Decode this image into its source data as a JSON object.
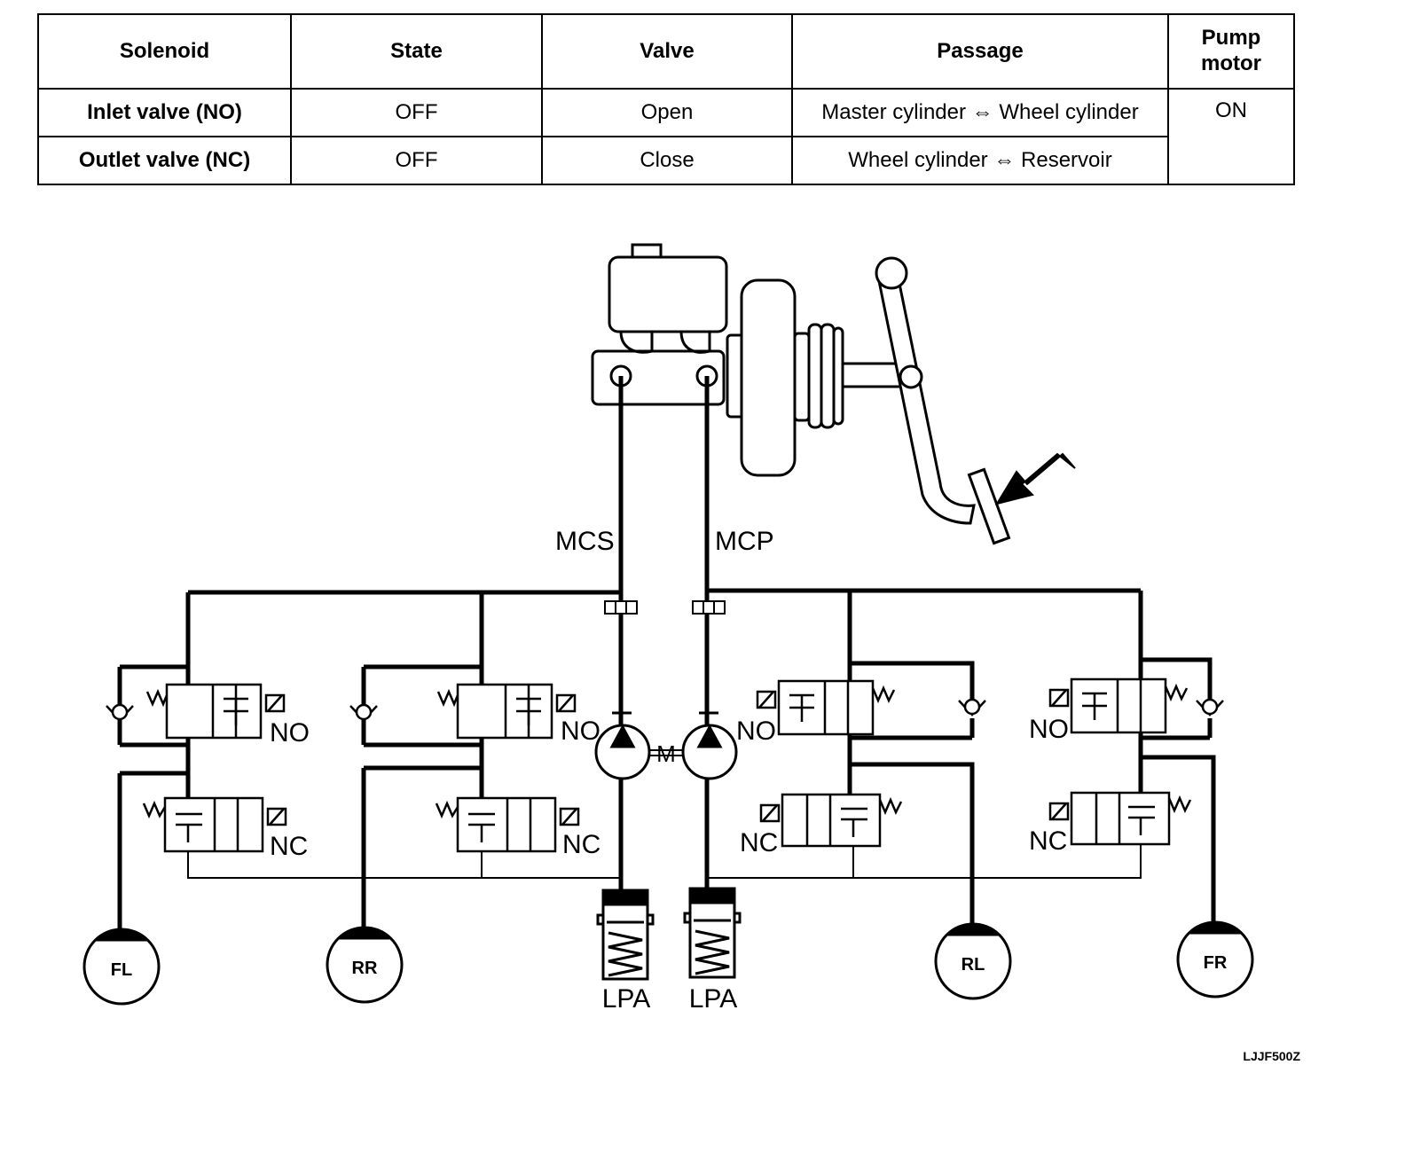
{
  "table": {
    "headers": [
      "Solenoid",
      "State",
      "Valve",
      "Passage",
      "Pump motor"
    ],
    "rows": [
      {
        "solenoid": "Inlet valve (NO)",
        "state": "OFF",
        "valve": "Open",
        "passage": "Master cylinder ⇔ Wheel cylinder"
      },
      {
        "solenoid": "Outlet valve (NC)",
        "state": "OFF",
        "valve": "Close",
        "passage": "Wheel cylinder ⇔ Reservoir"
      }
    ],
    "pump_motor": "ON"
  },
  "diagram": {
    "mcs": "MCS",
    "mcp": "MCP",
    "no": "NO",
    "nc": "NC",
    "motor": "M",
    "lpa": "LPA",
    "wheels": {
      "fl": "FL",
      "rr": "RR",
      "rl": "RL",
      "fr": "FR"
    },
    "code": "LJJF500Z"
  },
  "colors": {
    "line": "#000000",
    "background": "#ffffff"
  }
}
